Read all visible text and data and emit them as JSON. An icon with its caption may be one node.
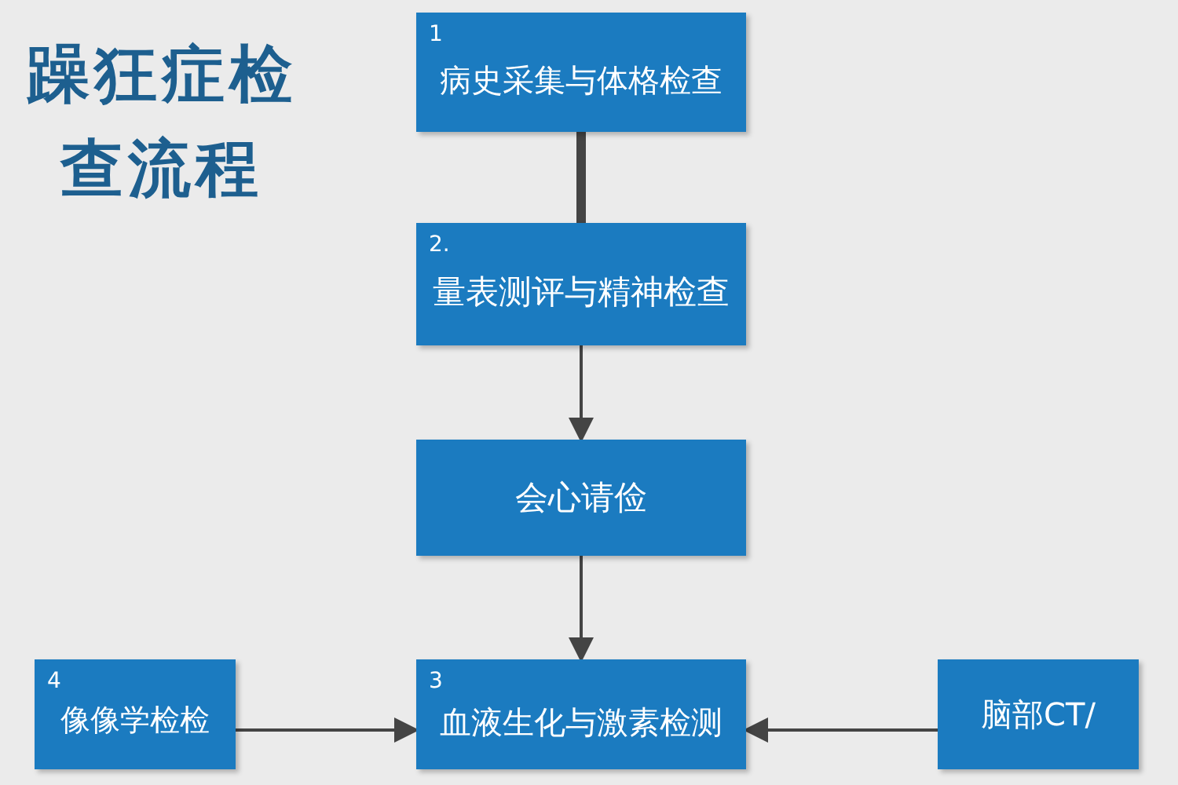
{
  "diagram": {
    "title": "躁狂症检查流程",
    "nodes": [
      {
        "text": [
          "1",
          "病史采集与体格检查"
        ]
      },
      {
        "text": [
          "2.",
          "量表测评与精神检查"
        ]
      },
      {
        "text": [
          "会心请俭"
        ]
      },
      {
        "text": [
          "4",
          "像像学检检"
        ]
      },
      {
        "text": [
          "3",
          "血液生化与激素检测"
        ]
      },
      {
        "text": [
          "脑部CT/"
        ]
      }
    ],
    "edges": [
      {
        "from": 0,
        "to": 1,
        "arrow": "none",
        "style": "thick"
      },
      {
        "from": 1,
        "to": 2,
        "arrow": "to"
      },
      {
        "from": 2,
        "to": 4,
        "arrow": "to"
      },
      {
        "from": 3,
        "to": 4,
        "arrow": "to"
      },
      {
        "from": 5,
        "to": 4,
        "arrow": "to"
      }
    ]
  }
}
